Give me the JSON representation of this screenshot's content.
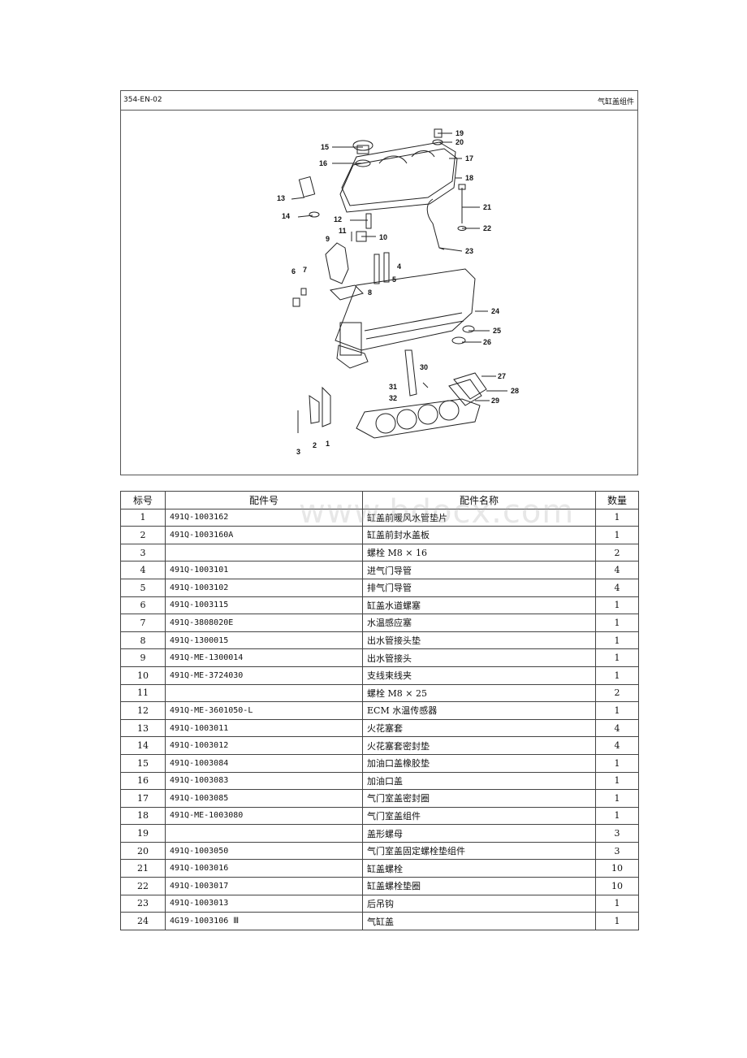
{
  "header": {
    "code": "354-EN-02",
    "title": "气缸盖组件"
  },
  "diagram": {
    "callouts": [
      "1",
      "2",
      "3",
      "4",
      "5",
      "6",
      "7",
      "8",
      "9",
      "10",
      "11",
      "12",
      "13",
      "14",
      "15",
      "16",
      "17",
      "18",
      "19",
      "20",
      "21",
      "22",
      "23",
      "24",
      "25",
      "26",
      "27",
      "28",
      "29",
      "30",
      "31",
      "32"
    ]
  },
  "table": {
    "headers": [
      "标号",
      "配件号",
      "配件名称",
      "数量"
    ],
    "rows": [
      {
        "no": "1",
        "part": "491Q-1003162",
        "name": "缸盖前暖风水管垫片",
        "qty": "1"
      },
      {
        "no": "2",
        "part": "491Q-1003160A",
        "name": "缸盖前封水盖板",
        "qty": "1"
      },
      {
        "no": "3",
        "part": "",
        "name": "螺栓 M8 × 16",
        "qty": "2"
      },
      {
        "no": "4",
        "part": "491Q-1003101",
        "name": "进气门导管",
        "qty": "4"
      },
      {
        "no": "5",
        "part": "491Q-1003102",
        "name": "排气门导管",
        "qty": "4"
      },
      {
        "no": "6",
        "part": "491Q-1003115",
        "name": "缸盖水道螺塞",
        "qty": "1"
      },
      {
        "no": "7",
        "part": "491Q-3808020E",
        "name": "水温感应塞",
        "qty": "1"
      },
      {
        "no": "8",
        "part": "491Q-1300015",
        "name": "出水管接头垫",
        "qty": "1"
      },
      {
        "no": "9",
        "part": "491Q-ME-1300014",
        "name": "出水管接头",
        "qty": "1"
      },
      {
        "no": "10",
        "part": "491Q-ME-3724030",
        "name": "支线束线夹",
        "qty": "1"
      },
      {
        "no": "11",
        "part": "",
        "name": "螺栓 M8 × 25",
        "qty": "2"
      },
      {
        "no": "12",
        "part": "491Q-ME-3601050-L",
        "name": "ECM 水温传感器",
        "qty": "1"
      },
      {
        "no": "13",
        "part": "491Q-1003011",
        "name": "火花塞套",
        "qty": "4"
      },
      {
        "no": "14",
        "part": "491Q-1003012",
        "name": "火花塞套密封垫",
        "qty": "4"
      },
      {
        "no": "15",
        "part": "491Q-1003084",
        "name": "加油口盖橡胶垫",
        "qty": "1"
      },
      {
        "no": "16",
        "part": "491Q-1003083",
        "name": "加油口盖",
        "qty": "1"
      },
      {
        "no": "17",
        "part": "491Q-1003085",
        "name": "气门室盖密封圈",
        "qty": "1"
      },
      {
        "no": "18",
        "part": "491Q-ME-1003080",
        "name": "气门室盖组件",
        "qty": "1"
      },
      {
        "no": "19",
        "part": "",
        "name": "盖形螺母",
        "qty": "3"
      },
      {
        "no": "20",
        "part": "491Q-1003050",
        "name": "气门室盖固定螺栓垫组件",
        "qty": "3"
      },
      {
        "no": "21",
        "part": "491Q-1003016",
        "name": "缸盖螺栓",
        "qty": "10"
      },
      {
        "no": "22",
        "part": "491Q-1003017",
        "name": "缸盖螺栓垫圈",
        "qty": "10"
      },
      {
        "no": "23",
        "part": "491Q-1003013",
        "name": "后吊钩",
        "qty": "1"
      },
      {
        "no": "24",
        "part": "4G19-1003106 Ⅲ",
        "name": "气缸盖",
        "qty": "1"
      }
    ]
  },
  "watermark": "www.bdocx.com"
}
